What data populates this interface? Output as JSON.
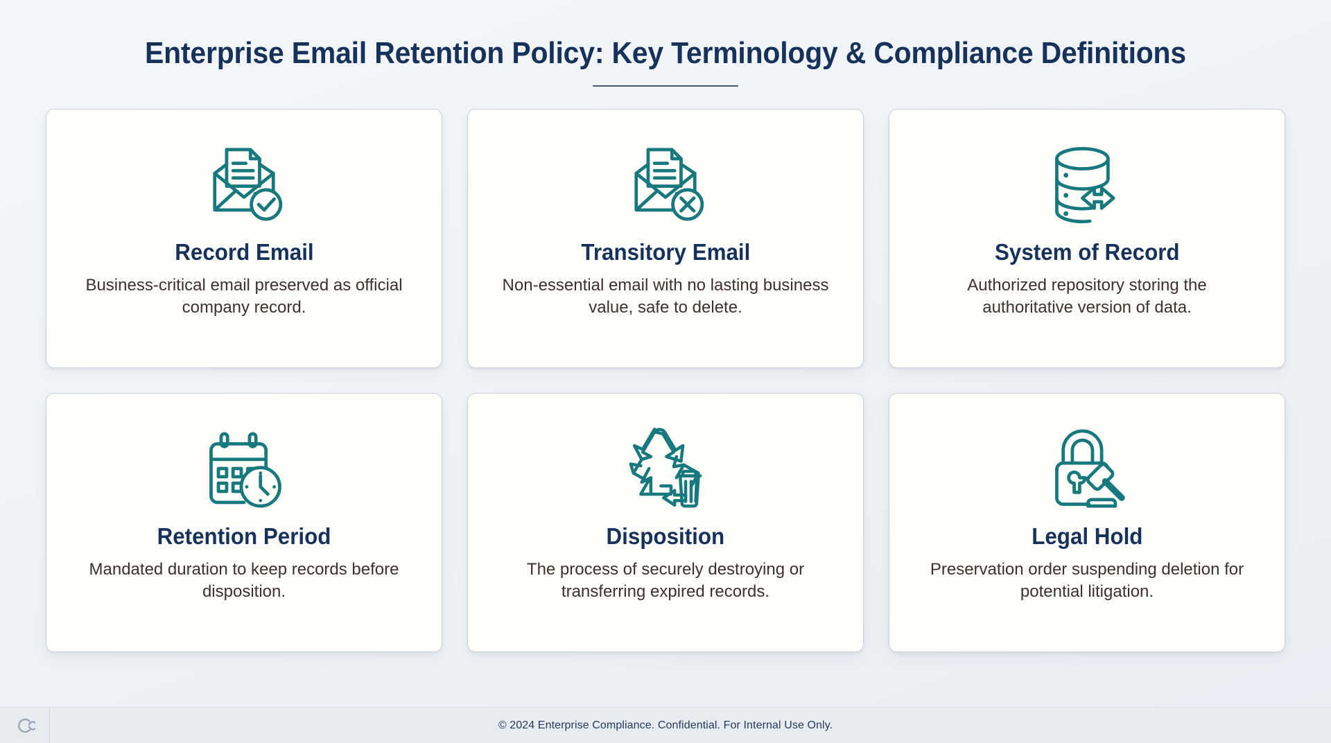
{
  "header": {
    "title": "Enterprise Email Retention Policy: Key Terminology & Compliance Definitions"
  },
  "theme": {
    "page_background": "#eef2f6",
    "card_background": "#fdfdfa",
    "card_border": "#ccd5de",
    "title_color": "#17325a",
    "body_text_color": "#3b322c",
    "icon_accent": "#17797d",
    "footer_background": "#e7ecf1",
    "footer_text_color": "#263a5c",
    "rule_color": "#47566e"
  },
  "cards": [
    {
      "icon": "envelope-document-check-icon",
      "title": "Record Email",
      "description": "Business-critical email preserved as official company record."
    },
    {
      "icon": "envelope-document-x-icon",
      "title": "Transitory Email",
      "description": "Non-essential email with no lasting business value, safe to delete."
    },
    {
      "icon": "database-exchange-icon",
      "title": "System of Record",
      "description": "Authorized repository storing the authoritative version of data."
    },
    {
      "icon": "calendar-clock-icon",
      "title": "Retention Period",
      "description": "Mandated duration to keep records before disposition."
    },
    {
      "icon": "recycle-trash-icon",
      "title": "Disposition",
      "description": "The process of securely destroying or transferring expired records."
    },
    {
      "icon": "padlock-gavel-icon",
      "title": "Legal Hold",
      "description": "Preservation order suspending deletion for potential litigation."
    }
  ],
  "footer": {
    "brand_mark": "c-monogram-icon",
    "text": "© 2024 Enterprise Compliance. Confidential. For Internal Use Only."
  }
}
